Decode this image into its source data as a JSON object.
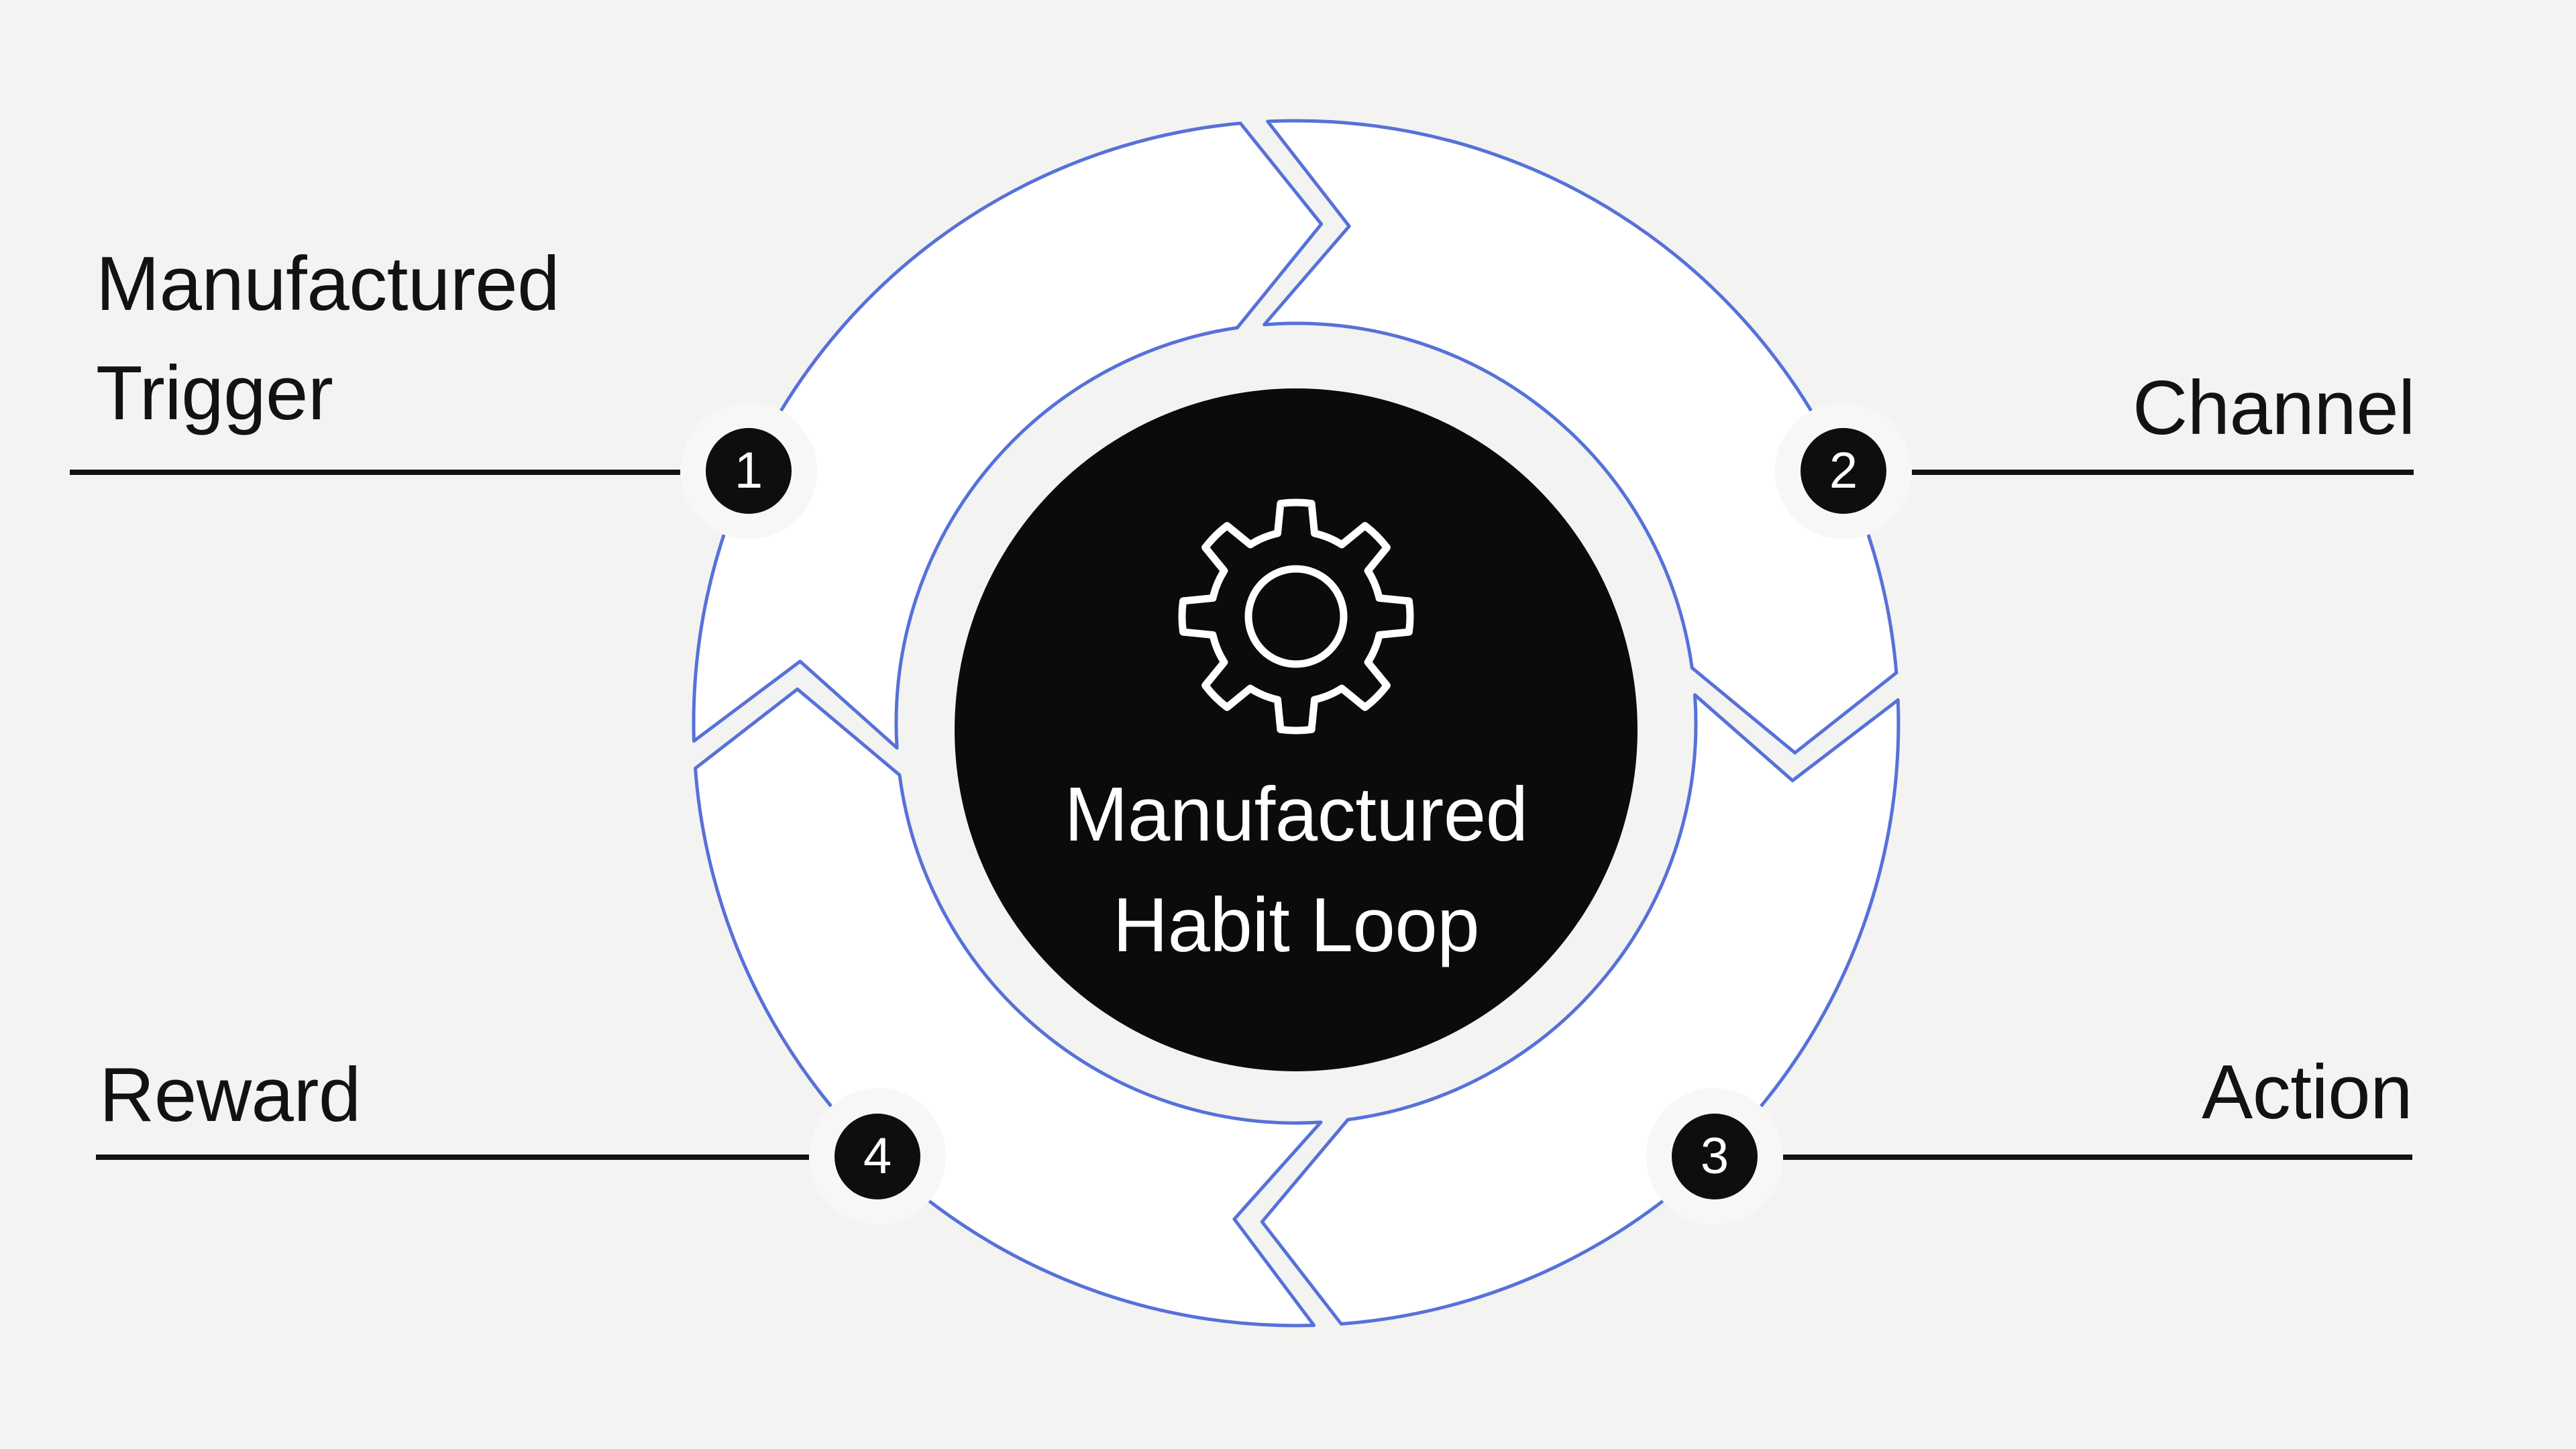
{
  "diagram": {
    "center": {
      "title_line1": "Manufactured",
      "title_line2": "Habit Loop",
      "icon": "gear-icon"
    },
    "steps": [
      {
        "number": "1",
        "label": "Manufactured Trigger",
        "position": "top-left"
      },
      {
        "number": "2",
        "label": "Channel",
        "position": "top-right"
      },
      {
        "number": "3",
        "label": "Action",
        "position": "bottom-right"
      },
      {
        "number": "4",
        "label": "Reward",
        "position": "bottom-left"
      }
    ],
    "flow": "clockwise"
  },
  "colors": {
    "background": "#f3f3f1",
    "accent": "#5671d9",
    "segment": "#ffffff",
    "ink": "#121212",
    "dark_circle": "#0b0b0d",
    "badge": "#0e0e10",
    "halo": "#f7f7f5",
    "text_on_dark": "#ffffff"
  }
}
